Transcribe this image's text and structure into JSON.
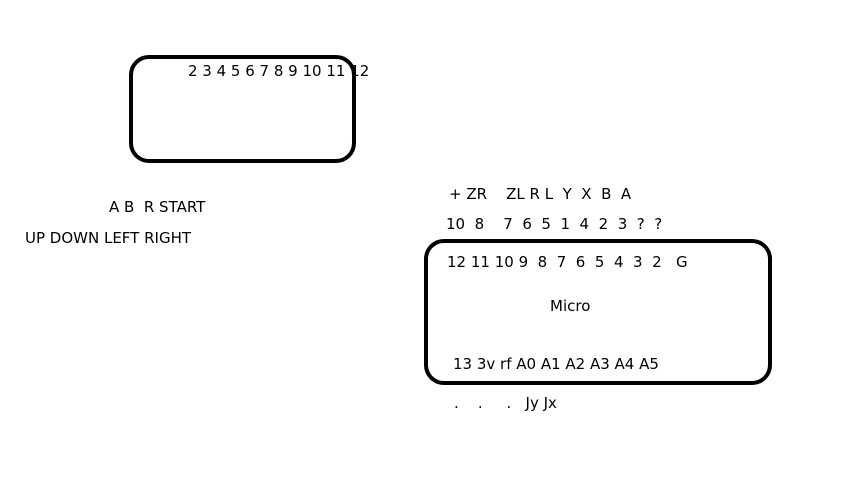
{
  "left_board": {
    "pin_row": "2 3 4 5 6 7 8 9 10 11 12"
  },
  "buttons": {
    "row1": "A B  R START",
    "row2": "UP DOWN LEFT RIGHT"
  },
  "controller": {
    "labels_top": "+ ZR    ZL R L  Y  X  B  A",
    "pins_top": "10  8    7  6  5  1  4  2  3  ?  ?"
  },
  "micro_board": {
    "pin_row_top": "12 11 10 9  8  7  6  5  4  3  2   G",
    "label": "Micro",
    "pin_row_bottom": "13 3v rf A0 A1 A2 A3 A4 A5"
  },
  "bottom_labels": {
    "text": ".    .     .   Jy Jx"
  },
  "colors": {
    "ink": "#000000",
    "background": "#ffffff"
  }
}
